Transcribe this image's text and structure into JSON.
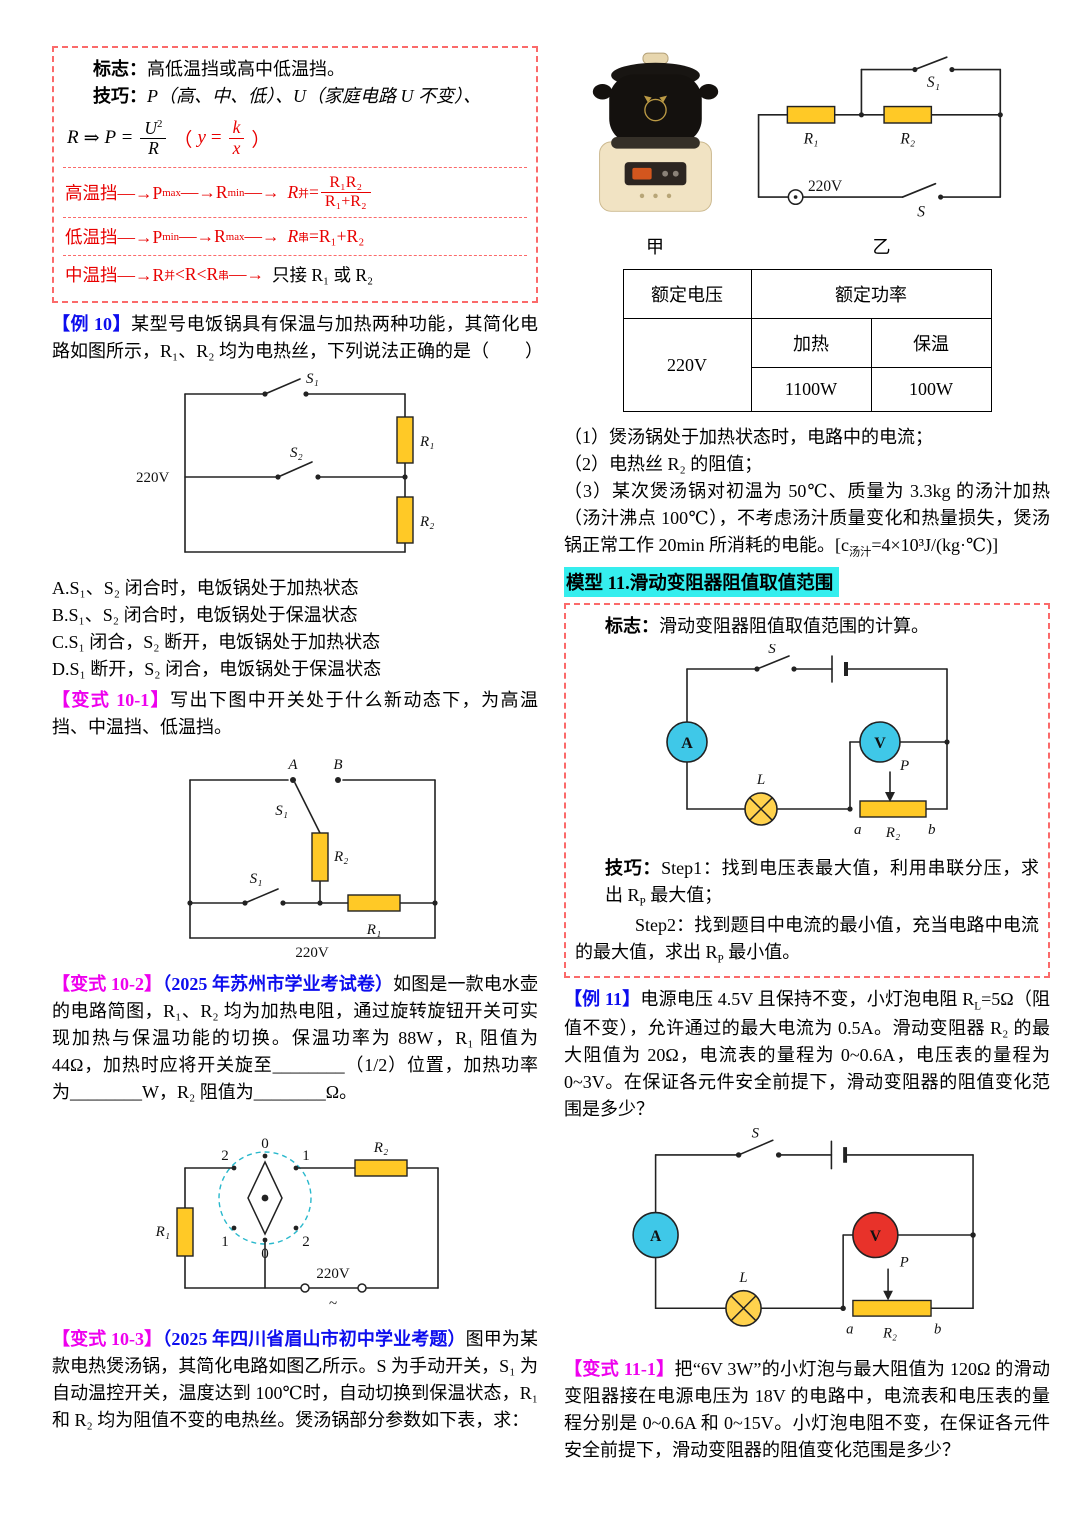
{
  "left": {
    "box10": {
      "biaozhi_label": "标志：",
      "biaozhi_text": "高低温挡或高中低温挡。",
      "jiqiao_label": "技巧：",
      "jiqiao_text": "P（高、中、低）、U（家庭电路 U 不变）、",
      "formula": {
        "r": "R",
        "arrow": "⇒",
        "peq": "P =",
        "num": "U",
        "sup": "2",
        "den": "R",
        "open": "（",
        "y": "y",
        "eq2": "=",
        "knum": "k",
        "kden": "x",
        "close": "）"
      },
      "row_high": {
        "head": "高温挡—→P",
        "sub1": "max",
        "mid": "—→R",
        "sub2": "min",
        "tail": "—→",
        "res": "R",
        "ressub": "并",
        "eq": "=",
        "num": "R₁R₂",
        "den": "R₁+R₂"
      },
      "row_low": {
        "head": "低温挡—→P",
        "sub1": "min",
        "mid": "—→R",
        "sub2": "max",
        "tail": "—→",
        "res": "R",
        "ressub": "串",
        "eq": "=R₁+R₂"
      },
      "row_mid": {
        "head": "中温挡—→R",
        "sub1": "并",
        "mid": "<R<R",
        "sub2": "串",
        "tail": "—→",
        "note": "只接 R₁ 或 R₂"
      }
    },
    "ex10": {
      "tag": "【例 10】",
      "text": "某型号电饭锅具有保温与加热两种功能，其简化电路如图所示，R₁、R₂ 均为电热丝，下列说法正确的是（　　）"
    },
    "circuit1": {
      "s1": "S₁",
      "s2": "S₂",
      "r1": "R₁",
      "r2": "R₂",
      "v": "220V"
    },
    "options": [
      "A.S₁、S₂ 闭合时，电饭锅处于加热状态",
      "B.S₁、S₂ 闭合时，电饭锅处于保温状态",
      "C.S₁ 闭合，S₂ 断开，电饭锅处于加热状态",
      "D.S₁ 断开，S₂ 闭合，电饭锅处于保温状态"
    ],
    "v101": {
      "tag": "【变式 10-1】",
      "text": "写出下图中开关处于什么新动态下，为高温挡、中温挡、低温挡。"
    },
    "circuit2": {
      "a": "A",
      "b": "B",
      "s_top": "S₁",
      "s_left": "S₁",
      "r2": "R₂",
      "r1": "R₁",
      "v": "220V"
    },
    "v102": {
      "tag": "【变式 10-2】",
      "source": "（2025 年苏州市学业考试卷）",
      "text": "如图是一款电水壶的电路简图，R₁、R₂ 均为加热电阻，通过旋转旋钮开关可实现加热与保温功能的切换。保温功率为 88W，R₁ 阻值为 44Ω，加热时应将开关旋至________（1/2）位置，加热功率为________W，R₂ 阻值为________Ω。"
    },
    "circuit3": {
      "t1": "2",
      "t2": "0",
      "t3": "1",
      "b1": "1",
      "b2": "0",
      "b3": "2",
      "r2": "R₂",
      "r1": "R₁",
      "v": "220V",
      "ac": "~"
    },
    "v103": {
      "tag": "【变式 10-3】",
      "source": "（2025 年四川省眉山市初中学业考题）",
      "text": "图甲为某款电热煲汤锅，其简化电路如图乙所示。S 为手动开关，S₁ 为自动温控开关，温度达到 100℃时，自动切换到保温状态，R₁ 和 R₂ 均为阻值不变的电热丝。煲汤锅部分参数如下表，求："
    }
  },
  "right": {
    "figure": {
      "jia": "甲",
      "yi": "乙",
      "s1": "S₁",
      "r1": "R₁",
      "r2": "R₂",
      "v": "220V",
      "s": "S"
    },
    "table": {
      "h_voltage": "额定电压",
      "h_power": "额定功率",
      "voltage": "220V",
      "heat": "加热",
      "keep": "保温",
      "heat_w": "1100W",
      "keep_w": "100W"
    },
    "q1": "（1）煲汤锅处于加热状态时，电路中的电流；",
    "q2": "（2）电热丝 R₂ 的阻值；",
    "q3a": "（3）某次煲汤锅对初温为 50℃、质量为 3.3kg 的汤汁加热（汤汁沸点 100℃），不考虑汤汁质量变化和热量损失，煲汤锅正常工作 20min 所消耗的电能。[c",
    "q3sub": "汤汁",
    "q3b": "=4×10³J/(kg·℃)]",
    "model11_title": "模型 11.滑动变阻器阻值取值范围",
    "box11": {
      "biaozhi_label": "标志：",
      "biaozhi_text": "滑动变阻器阻值取值范围的计算。",
      "jiqiao_label": "技巧：",
      "step1a": "Step1：找到电压表最大值，利用串联分压，求出 R",
      "step1sub": "P",
      "step1b": " 最大值；",
      "step2a": "Step2：找到题目中电流的最小值，充当电路中电流的最大值，求出 R",
      "step2sub": "P",
      "step2b": " 最小值。"
    },
    "circuit5": {
      "s": "S",
      "a": "A",
      "v": "V",
      "l": "L",
      "p": "P",
      "ta": "a",
      "r2": "R₂",
      "tb": "b"
    },
    "ex11": {
      "tag": "【例 11】",
      "t1": "电源电压 4.5V 且保持不变，小灯泡电阻 R",
      "t1sub": "L",
      "t2": "=5Ω（阻值不变），允许通过的最大电流为 0.5A。滑动变阻器 R₂ 的最大阻值为 20Ω，电流表的量程为 0~0.6A，电压表的量程为 0~3V。在保证各元件安全前提下，滑动变阻器的阻值变化范围是多少？"
    },
    "circuit6": {
      "s": "S",
      "a": "A",
      "v": "V",
      "l": "L",
      "p": "P",
      "ta": "a",
      "r2": "R₂",
      "tb": "b"
    },
    "v111": {
      "tag": "【变式 11-1】",
      "text": "把“6V 3W”的小灯泡与最大阻值为 120Ω 的滑动变阻器接在电源电压为 18V 的电路中，电流表和电压表的量程分别是 0~0.6A 和 0~15V。小灯泡电阻不变，在保证各元件安全前提下，滑动变阻器的阻值变化范围是多少？"
    }
  },
  "colors": {
    "accent_blue": "#0d0dee",
    "accent_magenta": "#ee00ee",
    "accent_red": "#e80000",
    "highlight_cyan": "#35eeee",
    "resistor_yellow": "#ffc926",
    "ammeter_cyan": "#3fc8e8",
    "voltmeter_red": "#e8322a"
  }
}
